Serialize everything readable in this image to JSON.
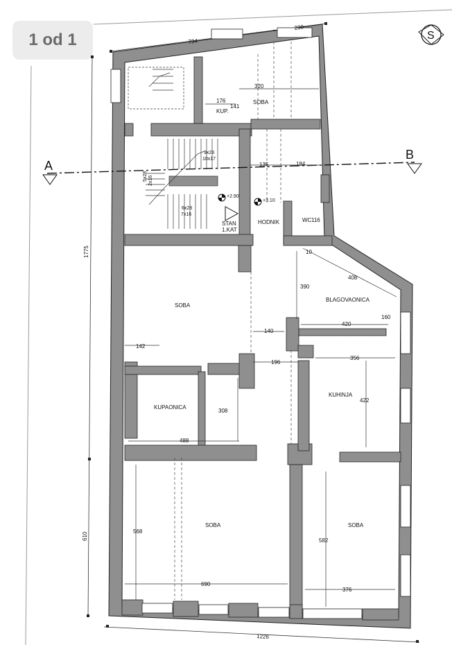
{
  "viewer": {
    "page_indicator": "1 od 1"
  },
  "compass": {
    "label": "S"
  },
  "section": {
    "start": "A",
    "end": "B"
  },
  "rooms": {
    "soba_top": "SOBA",
    "kup": "KUP.",
    "stan_line1": "STAN",
    "stan_line2": "1.KAT",
    "hodnik": "HODNIK",
    "wc": "WC",
    "soba_mid": "SOBA",
    "blagovaonica": "BLAGOVAONICA",
    "kupaonica": "KUPAONICA",
    "kuhinja": "KUHINJA",
    "soba_bottom_left": "SOBA",
    "soba_bottom_right": "SOBA"
  },
  "levels": {
    "stair_landing": "+2.90",
    "hallway": "+3.10"
  },
  "stairs": {
    "upper": "9x28",
    "upper2": "10x17",
    "left1": "5x28",
    "left2": "2x16",
    "lower1": "6x28",
    "lower2": "7x16"
  },
  "dims": {
    "top_734": "734",
    "top_230": "230",
    "d320": "320",
    "d176": "176",
    "d141": "141",
    "d135": "135",
    "d184": "184",
    "d116": "116",
    "d10": "10",
    "d408": "408",
    "d390": "390",
    "d420": "420",
    "d160": "160",
    "d140": "140",
    "d142": "142",
    "d196": "196",
    "d356": "356",
    "d422": "422",
    "d308": "308",
    "d488": "488",
    "d568": "568",
    "d690": "690",
    "d582": "582",
    "d376": "376",
    "left_1775": "1775",
    "left_610": "610",
    "bottom_1226": "1226"
  },
  "colors": {
    "wall": "#8f8f8f",
    "line": "#222222",
    "background": "#ffffff"
  }
}
